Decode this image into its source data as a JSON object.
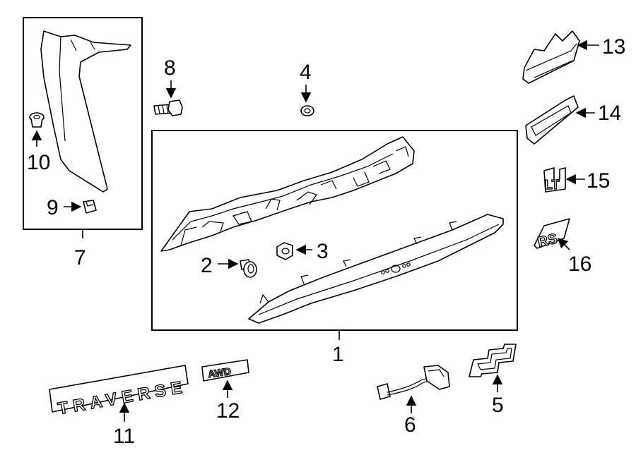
{
  "callouts": {
    "c1": "1",
    "c2": "2",
    "c3": "3",
    "c4": "4",
    "c5": "5",
    "c6": "6",
    "c7": "7",
    "c8": "8",
    "c9": "9",
    "c10": "10",
    "c11": "11",
    "c12": "12",
    "c13": "13",
    "c14": "14",
    "c15": "15",
    "c16": "16"
  },
  "badges": {
    "traverse": "TRAVERSE",
    "awd": "AWD",
    "lt": "LT",
    "rs": "RS"
  }
}
